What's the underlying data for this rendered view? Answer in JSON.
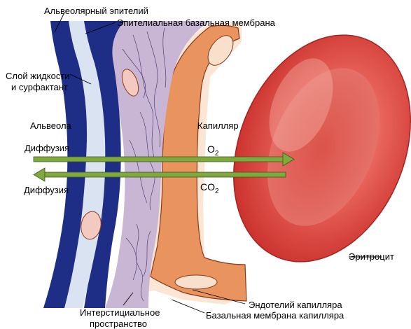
{
  "labels": {
    "alveolar_epithelium": "Альвеолярный эпителий",
    "epithelial_basement_membrane": "Эпителиальная базальная мембрана",
    "fluid_layer_line1": "Слой жидкости",
    "fluid_layer_line2": "и сурфактант",
    "alveolus": "Альвеола",
    "capillary": "Капилляр",
    "diffusion_o2": "Диффузия",
    "o2": "O",
    "o2_sub": "2",
    "diffusion_co2": "Диффузия",
    "co2": "CO",
    "co2_sub": "2",
    "erythrocyte": "Эритроцит",
    "interstitial_line1": "Интерстициальное",
    "interstitial_line2": "пространство",
    "capillary_endothelium": "Эндотелий капилляра",
    "capillary_basement_membrane": "Базальная мембрана капилляра"
  },
  "colors": {
    "alveolar_epithelium": "#1e2d86",
    "fluid_layer": "#d9e3f2",
    "interstitium": "#c9b6d4",
    "endothelium": "#e9935f",
    "capillary_lumen": "#fbe6d6",
    "erythrocyte": "#e0443c",
    "arrow": "#7fa83e"
  }
}
